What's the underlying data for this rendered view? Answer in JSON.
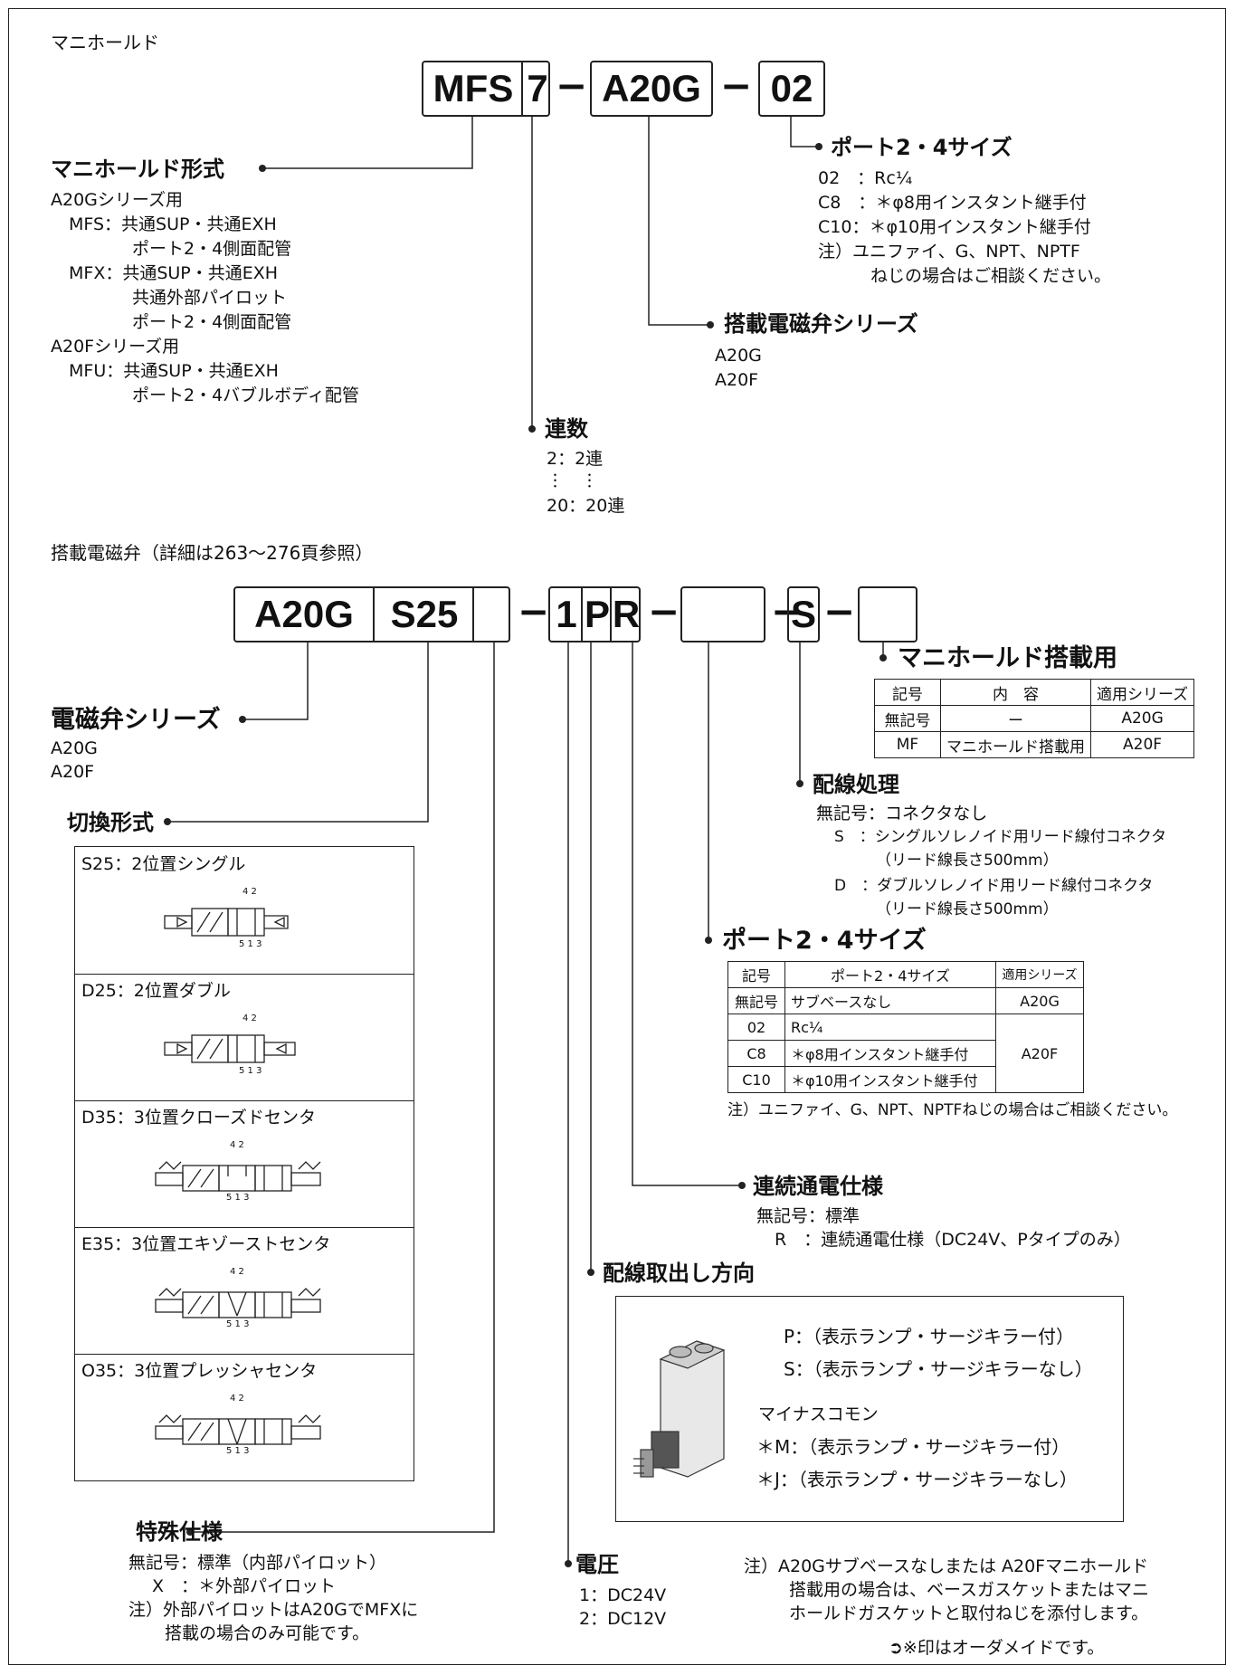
{
  "manifold": {
    "heading": "マニホールド",
    "code": {
      "p1": "MFS",
      "p2": "7",
      "p3": "A20G",
      "p4": "02"
    },
    "form": {
      "title": "マニホールド形式",
      "lines": [
        "A20Gシリーズ用",
        "MFS：共通SUP・共通EXH",
        "ポート2・4側面配管",
        "MFX：共通SUP・共通EXH",
        "共通外部パイロット",
        "ポート2・4側面配管",
        "A20Fシリーズ用",
        "MFU：共通SUP・共通EXH",
        "ポート2・4バブルボディ配管"
      ]
    },
    "port": {
      "title": "ポート2・4サイズ",
      "lines": [
        "02　：Rc¼",
        "C8　：＊φ8用インスタント継手付",
        "C10：＊φ10用インスタント継手付",
        "注）ユニファイ、G、NPT、NPTF",
        "ねじの場合はご相談ください。"
      ]
    },
    "valve_series": {
      "title": "搭載電磁弁シリーズ",
      "lines": [
        "A20G",
        "A20F"
      ]
    },
    "stations": {
      "title": "連数",
      "lines": [
        "2：2連",
        "︙　︙",
        "20：20連"
      ]
    }
  },
  "valve": {
    "heading": "搭載電磁弁（詳細は263〜276頁参照）",
    "code": {
      "p1": "A20G",
      "p2": "S25",
      "p3": "",
      "p4": "1",
      "p5": "P",
      "p6": "R",
      "p7": "",
      "p8": "S",
      "p9": "",
      "dash": "−"
    },
    "manifold_mount": {
      "title": "マニホールド搭載用",
      "headers": [
        "記号",
        "内　容",
        "適用シリーズ"
      ],
      "rows": [
        [
          "無記号",
          "ー",
          "A20G"
        ],
        [
          "MF",
          "マニホールド搭載用",
          "A20F"
        ]
      ]
    },
    "series": {
      "title": "電磁弁シリーズ",
      "lines": [
        "A20G",
        "A20F"
      ]
    },
    "wiring": {
      "title": "配線処理",
      "lines": [
        "無記号：コネクタなし",
        "S　：シングルソレノイド用リード線付コネクタ",
        "（リード線長さ500mm）",
        "D　：ダブルソレノイド用リード線付コネクタ",
        "（リード線長さ500mm）"
      ]
    },
    "switching": {
      "title": "切換形式",
      "items": [
        "S25：2位置シングル",
        "D25：2位置ダブル",
        "D35：3位置クローズドセンタ",
        "E35：3位置エキゾーストセンタ",
        "O35：3位置プレッシャセンタ"
      ],
      "port_top": "4 2",
      "port_bottom": "5 1 3"
    },
    "port_size": {
      "title": "ポート2・4サイズ",
      "headers": [
        "記号",
        "ポート2・4サイズ",
        "適用シリーズ"
      ],
      "rows": [
        [
          "無記号",
          "サブベースなし",
          "A20G"
        ],
        [
          "02",
          "Rc¼",
          ""
        ],
        [
          "C8",
          "＊φ8用インスタント継手付",
          "A20F"
        ],
        [
          "C10",
          "＊φ10用インスタント継手付",
          ""
        ]
      ],
      "note": "注）ユニファイ、G、NPT、NPTFねじの場合はご相談ください。"
    },
    "continuous": {
      "title": "連続通電仕様",
      "lines": [
        "無記号：標準",
        "R　：連続通電仕様（DC24V、Pタイプのみ）"
      ]
    },
    "lead_direction": {
      "title": "配線取出し方向",
      "lines": [
        "P：（表示ランプ・サージキラー付）",
        "S：（表示ランプ・サージキラーなし）",
        "マイナスコモン",
        "＊M：（表示ランプ・サージキラー付）",
        "＊J：（表示ランプ・サージキラーなし）"
      ]
    },
    "special": {
      "title": "特殊仕様",
      "lines": [
        "無記号：標準（内部パイロット）",
        "X　：＊外部パイロット",
        "注）外部パイロットはA20GでMFXに",
        "搭載の場合のみ可能です。"
      ]
    },
    "voltage": {
      "title": "電圧",
      "lines": [
        "1：DC24V",
        "2：DC12V"
      ]
    },
    "gasket_note": {
      "lines": [
        "注）A20Gサブベースなしまたは A20Fマニホールド",
        "搭載用の場合は、ベースガスケットまたはマニ",
        "ホールドガスケットと取付ねじを添付します。"
      ]
    },
    "order_note": "➲※印はオーダメイドです。"
  }
}
